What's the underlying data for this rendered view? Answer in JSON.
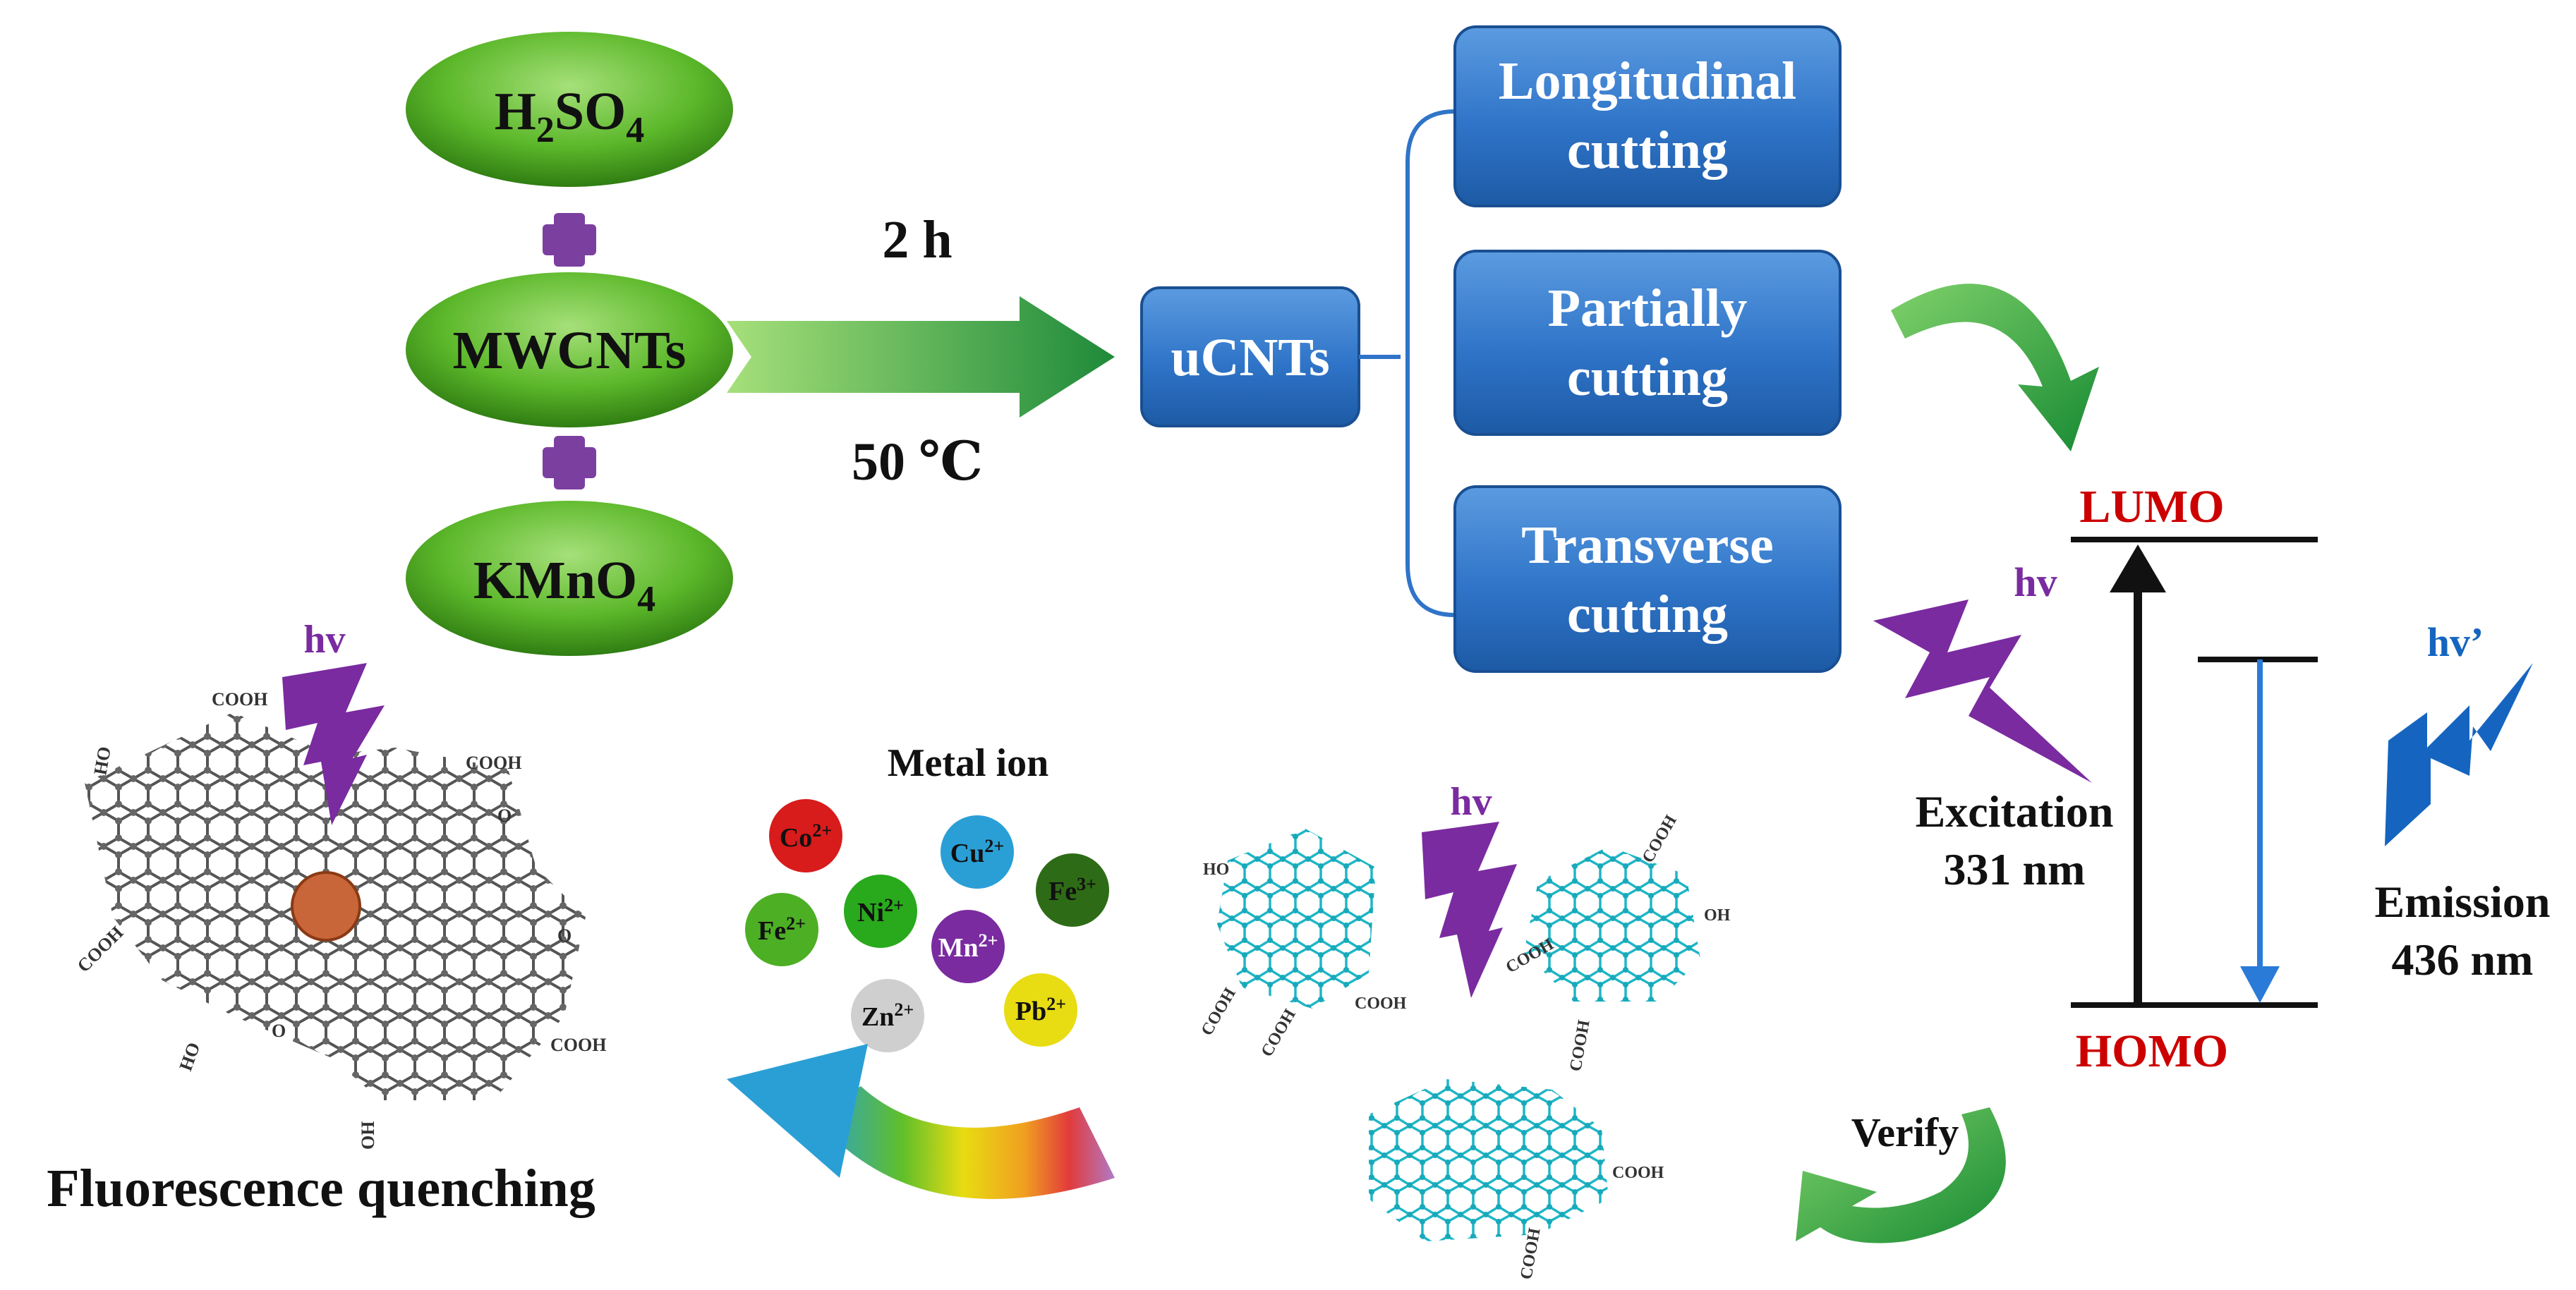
{
  "reagents": {
    "h2so4": {
      "main": "H",
      "sub1": "2",
      "mid": "SO",
      "sub2": "4"
    },
    "mwcnts": "MWCNTs",
    "kmno4": {
      "main": "KMnO",
      "sub": "4"
    }
  },
  "reaction": {
    "time": "2 h",
    "temperature": "50 ℃"
  },
  "product": "uCNTs",
  "cutting_modes": [
    {
      "line1": "Longitudinal",
      "line2": "cutting"
    },
    {
      "line1": "Partially",
      "line2": "cutting"
    },
    {
      "line1": "Transverse",
      "line2": "cutting"
    }
  ],
  "energy_levels": {
    "lumo": "LUMO",
    "homo": "HOMO"
  },
  "excitation": {
    "symbol": "hv",
    "label": "Excitation",
    "value": "331 nm"
  },
  "emission": {
    "symbol": "hv’",
    "label": "Emission",
    "value": "436 nm"
  },
  "quenching": {
    "symbol": "hv",
    "caption": "Fluorescence quenching"
  },
  "metal_ions": {
    "title": "Metal ion",
    "ions": [
      {
        "element": "Co",
        "charge": "2+",
        "color": "#d81b1b"
      },
      {
        "element": "Cu",
        "charge": "2+",
        "color": "#2a9fd6"
      },
      {
        "element": "Fe",
        "charge": "3+",
        "color": "#2e6b16"
      },
      {
        "element": "Fe",
        "charge": "2+",
        "color": "#4caf24"
      },
      {
        "element": "Ni",
        "charge": "2+",
        "color": "#29a91c"
      },
      {
        "element": "Mn",
        "charge": "2+",
        "color": "#7a2ba0"
      },
      {
        "element": "Zn",
        "charge": "2+",
        "color": "#cfcfcf"
      },
      {
        "element": "Pb",
        "charge": "2+",
        "color": "#e8dc12"
      }
    ]
  },
  "detection": {
    "symbol": "hv"
  },
  "verify": "Verify",
  "functional_groups": {
    "carboxyl": "COOH",
    "hydroxyl": "HO",
    "hydroxyl_alt": "OH",
    "oxo": "O"
  },
  "colors": {
    "ellipse_green": "#5cb82a",
    "box_blue": "#2f74c8",
    "arrow_green": "#1e9a3c",
    "plus_purple": "#7b3fa0",
    "lightning_purple": "#7a2ba0",
    "lightning_blue": "#1565c0",
    "level_red": "#cc0000",
    "sheet_dark": "#555555",
    "sheet_cyan": "#1fb6c6"
  }
}
